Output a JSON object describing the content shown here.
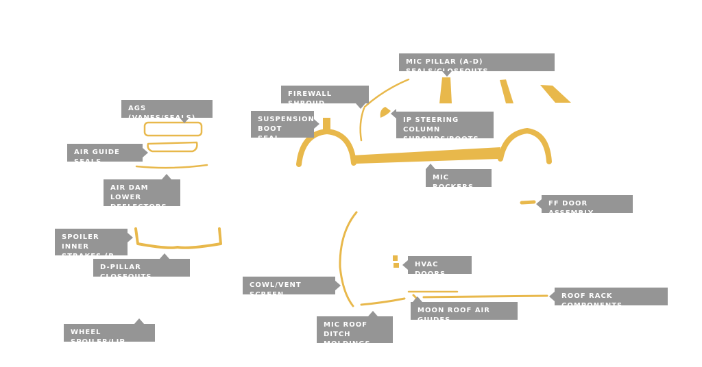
{
  "colors": {
    "part": "#e8b84b",
    "label_bg": "#959595",
    "label_text": "#ffffff",
    "background": "#ffffff"
  },
  "labels": {
    "mic_pillar": "MIC PILLAR (A-D) SEALS/CLOSEOUTS",
    "firewall_shroud": "FIREWALL SHROUD",
    "ags": "AGS (VANES/SEALS)",
    "suspension_boot": "SUSPENSION\nBOOT SEAL",
    "ip_steering": "IP STEERING COLUMN\nSHROUDS/BOOTS",
    "air_guide_seals": "AIR GUIDE SEALS",
    "air_dam": "AIR DAM LOWER\nDEFLECTORS",
    "mic_rockers": "MIC ROCKERS",
    "ff_door": "FF DOOR ASSEMBLY",
    "spoiler_inner": "SPOILER INNER\nSTRAKES (R-L)",
    "d_pillar": "D-PILLAR CLOSEOUTS",
    "hvac_doors": "HVAC DOORS",
    "cowl_vent": "COWL/VENT SCREEN",
    "roof_rack": "ROOF RACK COMPONENTS",
    "moon_roof": "MOON ROOF AIR GUIDES",
    "mic_roof_ditch": "MIC ROOF DITCH\nMOLDINGS",
    "wheel_spoiler": "WHEEL SPOILER/LIP"
  }
}
